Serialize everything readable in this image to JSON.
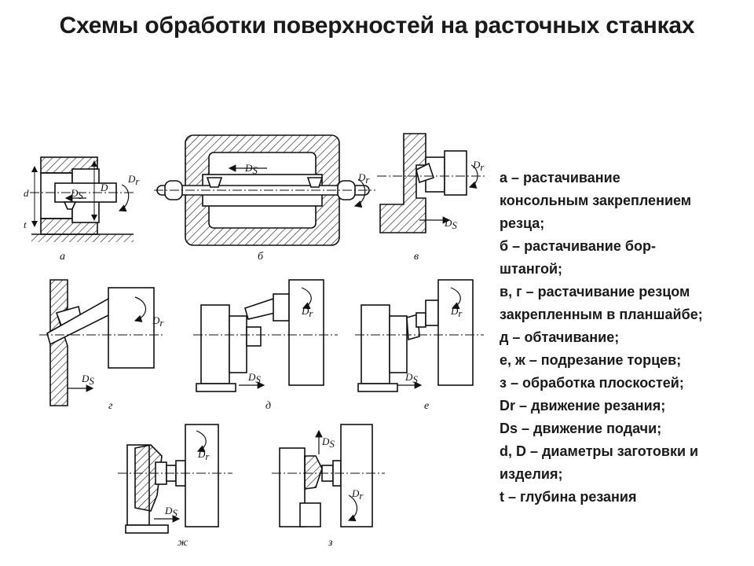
{
  "title": "Схемы обработки поверхностей на расточных станках",
  "labels": {
    "Dr": "D",
    "Dr_sub": "r",
    "Ds": "D",
    "Ds_sub": "S",
    "d": "d",
    "D": "D",
    "t": "t"
  },
  "captions": {
    "a": "а",
    "b": "б",
    "v": "в",
    "g": "г",
    "d": "д",
    "e": "е",
    "zh": "ж",
    "z": "з"
  },
  "legend": [
    "а – растачивание\nконсольным закреплением\nрезца;",
    "б – растачивание бор-\nштангой;",
    "в, г – растачивание резцом\nзакрепленным в планшайбе;",
    "д – обтачивание;",
    "е, ж – подрезание торцев;",
    "з – обработка плоскостей;",
    "Dr – движение резания;",
    "Ds – движение подачи;",
    "d, D – диаметры заготовки и\nизделия;",
    "t – глубина резания"
  ],
  "colors": {
    "ink": "#1a1a1a",
    "background": "#ffffff"
  }
}
